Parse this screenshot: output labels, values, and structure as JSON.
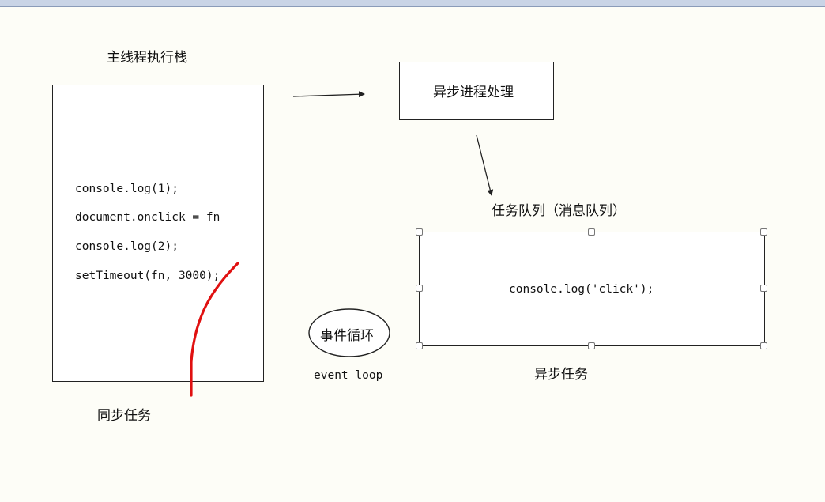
{
  "main_stack": {
    "title": "主线程执行栈",
    "lines": [
      "console.log(1);",
      "document.onclick = fn",
      "console.log(2);",
      "setTimeout(fn, 3000);"
    ],
    "caption": "同步任务"
  },
  "async_process": {
    "label": "异步进程处理"
  },
  "task_queue": {
    "title": "任务队列（消息队列）",
    "content": "console.log('click');",
    "caption": "异步任务"
  },
  "event_loop": {
    "label": "事件循环",
    "caption": "event loop"
  },
  "colors": {
    "annotation": "#e01010",
    "stroke": "#222222"
  }
}
